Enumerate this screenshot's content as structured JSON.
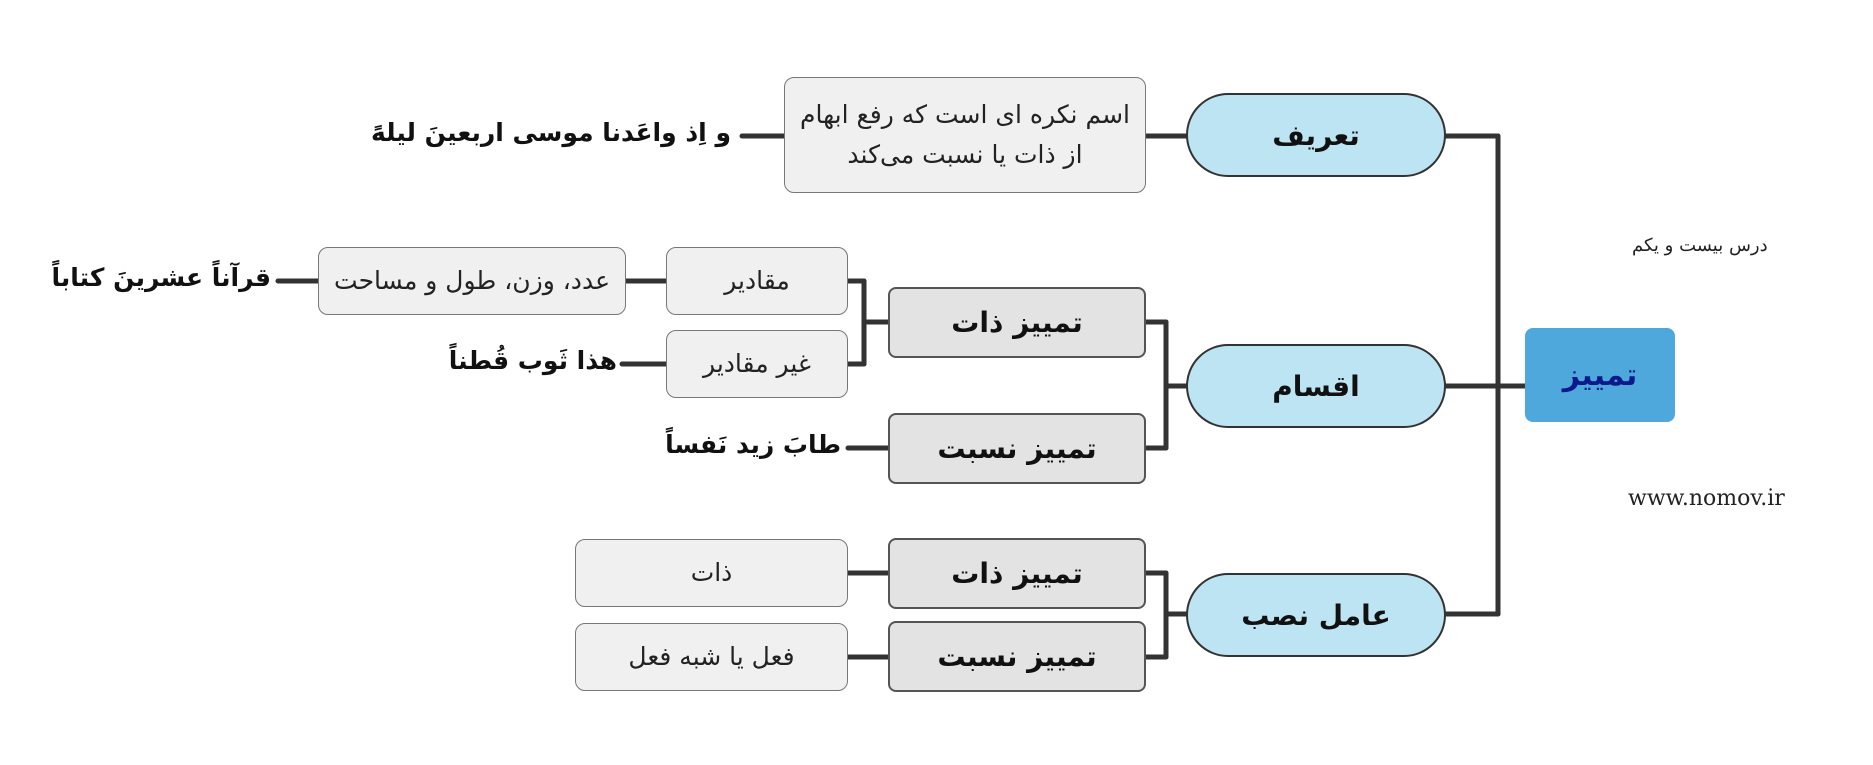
{
  "root": {
    "label": "تمییز",
    "color": "#4fa8dc"
  },
  "notes": {
    "lesson": "درس بیست و یکم",
    "website": "www.nomov.ir"
  },
  "definition": {
    "label": "تعریف",
    "text_line1": "اسم نکره ای است که رفع ابهام",
    "text_line2": "از ذات یا نسبت می‌کند",
    "example": "و اِذ واعَدنا موسی اربعینَ لیلهً"
  },
  "types": {
    "label": "اقسام",
    "dhat": {
      "label": "تمییز ذات",
      "measures": {
        "label": "مقادیر",
        "detail": "عدد، وزن، طول و مساحت",
        "example": "قرآناً عشرینَ کتاباً"
      },
      "non_measures": {
        "label": "غیر مقادیر",
        "example": "هذا ثَوب قُطناً"
      }
    },
    "nisba": {
      "label": "تمییز نسبت",
      "example": "طابَ زید نَفساً"
    }
  },
  "governor": {
    "label": "عامل نصب",
    "dhat": {
      "label": "تمییز ذات",
      "value": "ذات"
    },
    "nisba": {
      "label": "تمییز نسبت",
      "value": "فعل یا شبه فعل"
    }
  },
  "colors": {
    "level1_fill": "#bde4f2",
    "level2_fill": "#e3e3e3",
    "level3_fill": "#f0f0f0",
    "edge": "#333333"
  }
}
